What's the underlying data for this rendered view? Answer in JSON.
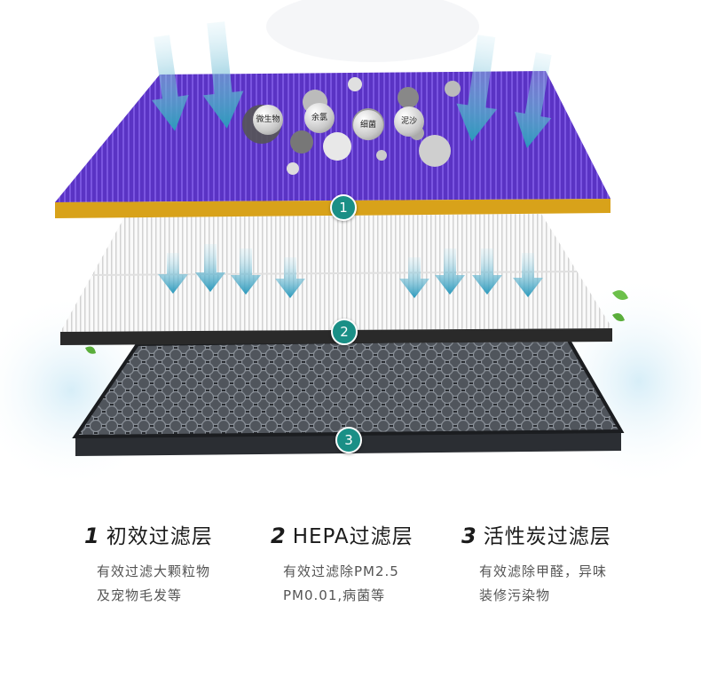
{
  "layers": [
    {
      "number": "1",
      "title": "初效过滤层",
      "desc": "有效过滤大颗粒物\n及宠物毛发等"
    },
    {
      "number": "2",
      "title": "HEPA过滤层",
      "desc": "有效过滤除PM2.5\nPM0.01,病菌等"
    },
    {
      "number": "3",
      "title": "活性炭过滤层",
      "desc": "有效滤除甲醛，异味\n装修污染物"
    }
  ],
  "markers": [
    "1",
    "2",
    "3"
  ],
  "particles": [
    "微生物",
    "余氯",
    "细菌",
    "泥沙"
  ],
  "colors": {
    "purple": "#5b31c9",
    "gold": "#d8a21a",
    "teal": "#1a8f86",
    "arrow": "#3aa6c8",
    "carbon": "#2b2e33"
  }
}
